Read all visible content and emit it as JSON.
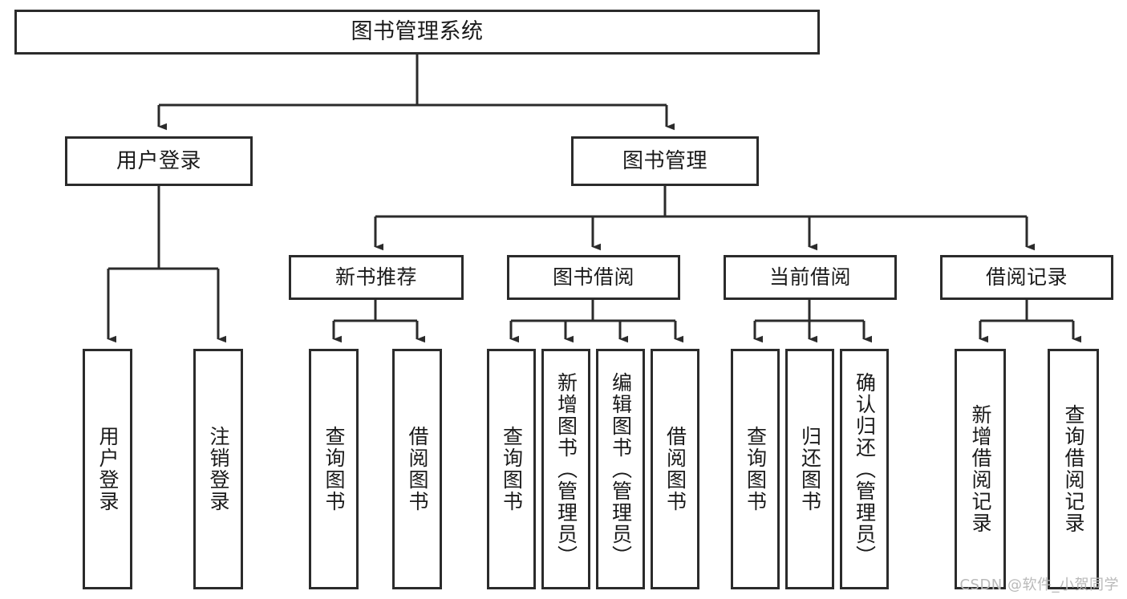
{
  "diagram": {
    "title": "图书管理系统",
    "type": "tree",
    "watermark": "CSDN @软件_小贺同学",
    "colors": {
      "box_border": "#2b2b2b",
      "box_fill": "#ffffff",
      "connector": "#2b2b2b",
      "text": "#1a1a1a",
      "watermark": "#b9b9b9"
    },
    "root": {
      "label": "图书管理系统",
      "id": "root"
    },
    "level2": [
      {
        "id": "user-login",
        "label": "用户登录"
      },
      {
        "id": "book-manage",
        "label": "图书管理"
      }
    ],
    "level3": [
      {
        "id": "new-book-recommend",
        "label": "新书推荐",
        "parent": "book-manage"
      },
      {
        "id": "book-borrow",
        "label": "图书借阅",
        "parent": "book-manage"
      },
      {
        "id": "current-borrow",
        "label": "当前借阅",
        "parent": "book-manage"
      },
      {
        "id": "borrow-record",
        "label": "借阅记录",
        "parent": "book-manage"
      }
    ],
    "leaves": {
      "user_login": [
        {
          "id": "leaf-user-login",
          "label": "用户登录"
        },
        {
          "id": "leaf-user-logout",
          "label": "注销登录"
        }
      ],
      "new_book_recommend": [
        {
          "id": "leaf-query-book-1",
          "label": "查询图书"
        },
        {
          "id": "leaf-borrow-book-1",
          "label": "借阅图书"
        }
      ],
      "book_borrow": [
        {
          "id": "leaf-query-book-2",
          "label": "查询图书"
        },
        {
          "id": "leaf-add-book",
          "label": "新增图书（管理员）"
        },
        {
          "id": "leaf-edit-book",
          "label": "编辑图书（管理员）"
        },
        {
          "id": "leaf-borrow-book-2",
          "label": "借阅图书"
        }
      ],
      "current_borrow": [
        {
          "id": "leaf-query-book-3",
          "label": "查询图书"
        },
        {
          "id": "leaf-return-book",
          "label": "归还图书"
        },
        {
          "id": "leaf-confirm-return",
          "label": "确认归还（管理员）"
        }
      ],
      "borrow_record": [
        {
          "id": "leaf-add-record",
          "label": "新增借阅记录"
        },
        {
          "id": "leaf-query-record",
          "label": "查询借阅记录"
        }
      ]
    }
  }
}
